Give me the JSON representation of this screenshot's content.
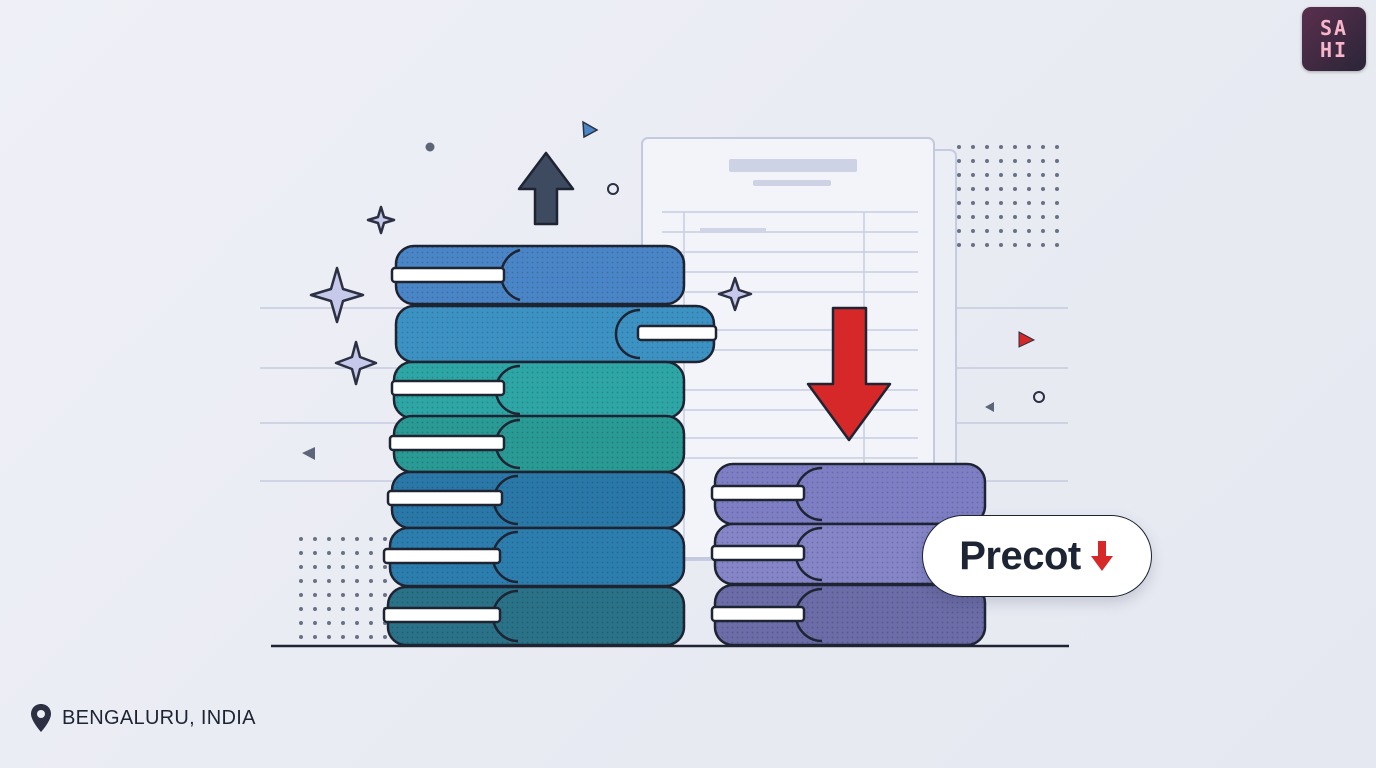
{
  "logo": {
    "line1": "SA",
    "line2": "HI"
  },
  "badge": {
    "label": "Precot",
    "icon": "down-arrow-icon"
  },
  "location": {
    "text": "BENGALURU, INDIA",
    "icon": "map-pin-icon"
  },
  "colors": {
    "arrow_up": "#3d4a5f",
    "arrow_down": "#d62828",
    "tall_stack": [
      "#4a86c7",
      "#3d92c4",
      "#2ea6a6",
      "#2a9a94",
      "#2a78a8",
      "#2c7eae",
      "#2a7288"
    ],
    "short_stack": [
      "#7e7ec4",
      "#8585c8",
      "#6c6ca8"
    ]
  }
}
